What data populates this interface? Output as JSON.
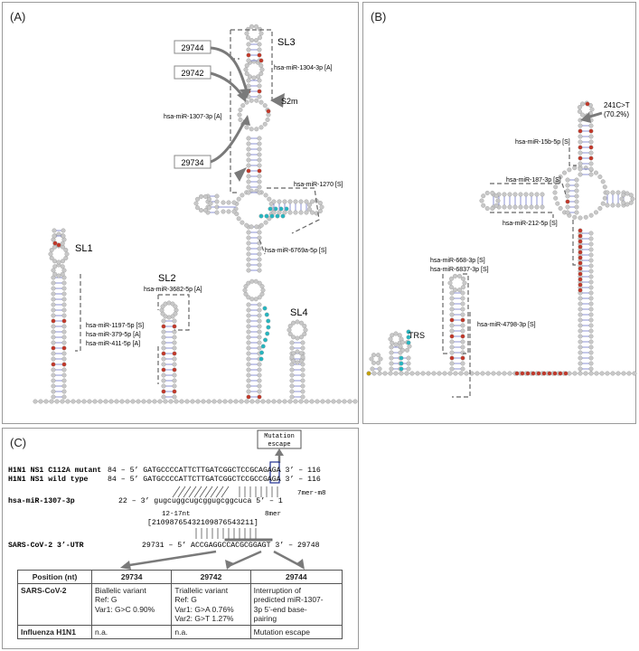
{
  "panels": {
    "a": {
      "label": "(A)",
      "stems": {
        "sl1": "SL1",
        "sl2": "SL2",
        "sl3": "SL3",
        "sl4": "SL4",
        "s2m": "S2m"
      },
      "positions": {
        "p29744": "29744",
        "p29742": "29742",
        "p29734": "29734"
      },
      "mirnas": {
        "m1304": "hsa-miR-1304-3p [A]",
        "m1307": "hsa-miR-1307-3p [A]",
        "m1270": "hsa-miR-1270 [S]",
        "m6769": "hsa-miR-6769a-5p [S]",
        "m3682": "hsa-miR-3682-5p [A]",
        "m1197": "hsa-miR-1197-5p [S]",
        "m379": "hsa-miR-379-5p [A]",
        "m411": "hsa-miR-411-5p [A]"
      }
    },
    "b": {
      "label": "(B)",
      "mutation": "241C>T",
      "mutation_freq": "(70.2%)",
      "trs": "TRS",
      "mirnas": {
        "m15b": "hsa-miR-15b-5p [S]",
        "m187": "hsa-miR-187-3p [S]",
        "m212": "hsa-miR-212-5p [S]",
        "m668": "hsa-miR-668-3p [S]",
        "m6837": "hsa-miR-6837-3p [S]",
        "m4798": "hsa-miR-4798-3p [S]"
      }
    },
    "c": {
      "label": "(C)",
      "escape_box": [
        "Mutation",
        "escape"
      ],
      "seq_mutant_label": "H1N1 NS1 C112A mutant",
      "seq_mutant": "84 – 5’ GATGCCCCATTCTTGATCGGCTCCGCAGAGA 3’ – 116",
      "seq_wt_label": "H1N1 NS1 wild type",
      "seq_wt": "84 – 5’ GATGCCCCATTCTTGATCGGCTCCGCCGAGA 3’ – 116",
      "mir_label": "hsa-miR-1307-3p",
      "mir_seq": "22 – 3’ gugcuggcugcggugcggcuca 5’ – 1",
      "ann_7mer": "7mer-m8",
      "ann_1217": "12-17nt",
      "ann_8mer": "8mer",
      "numbering": "[21098765432109876543211]",
      "utr_label": "SARS-CoV-2 3’-UTR",
      "utr_seq": "29731 – 5’ ACCGAGGCCACGCGGAGT 3’ – 29748",
      "table": {
        "headers": [
          "Position (nt)",
          "29734",
          "29742",
          "29744"
        ],
        "rows": [
          {
            "label": "SARS-CoV-2",
            "c1": [
              "Biallelic variant",
              "Ref: G",
              "Var1: G>C 0.90%"
            ],
            "c2": [
              "Triallelic variant",
              "Ref: G",
              "Var1: G>A 0.76%",
              "Var2: G>T 1.27%"
            ],
            "c3": [
              "Interruption of",
              "predicted miR-1307-",
              "3p 5’-end base-",
              "pairing"
            ]
          },
          {
            "label": "Influenza H1N1",
            "c1": [
              "n.a."
            ],
            "c2": [
              "n.a."
            ],
            "c3": [
              "Mutation escape"
            ]
          }
        ]
      }
    }
  },
  "colors": {
    "nucleotide": "#c8c8c8",
    "pair": "#8d93d6",
    "red": "#c0392b",
    "teal": "#26b5bf",
    "arrow": "#7a7a7a"
  }
}
